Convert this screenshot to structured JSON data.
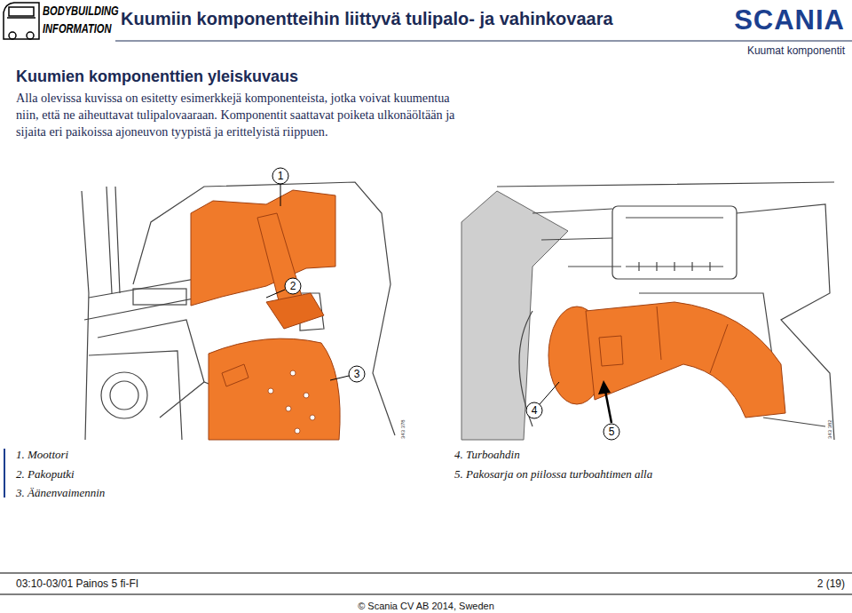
{
  "diagram": {
    "title": "Kuumiin komponentteihin liittyvä tulipalo- ja vahinkovaara",
    "labels": [
      "BODYBUILDING",
      "INFORMATION",
      "SCANIA",
      "Kuumat komponentit",
      "Kuumien komponenttien yleiskuvaus",
      "Alla olevissa kuvissa on esitetty esimerkkejä komponenteista, jotka voivat kuumentua niin, että ne aiheuttavat tulipalovaaraan. Komponentit saattavat poiketa ulkonäöltään ja sijaita eri paikoissa ajoneuvon tyypistä ja erittelyistä riippuen.",
      "1",
      "2",
      "3",
      "343 378",
      "4",
      "5",
      "343 382",
      "1. Moottori",
      "2. Pakoputki",
      "3. Äänenvaimennin",
      "4. Turboahdin",
      "5. Pakosarja on piilossa turboahtimen alla",
      "03:10-03/01 Painos 5 fi-FI",
      "2 (19)",
      "© Scania CV AB 2014, Sweden"
    ]
  }
}
